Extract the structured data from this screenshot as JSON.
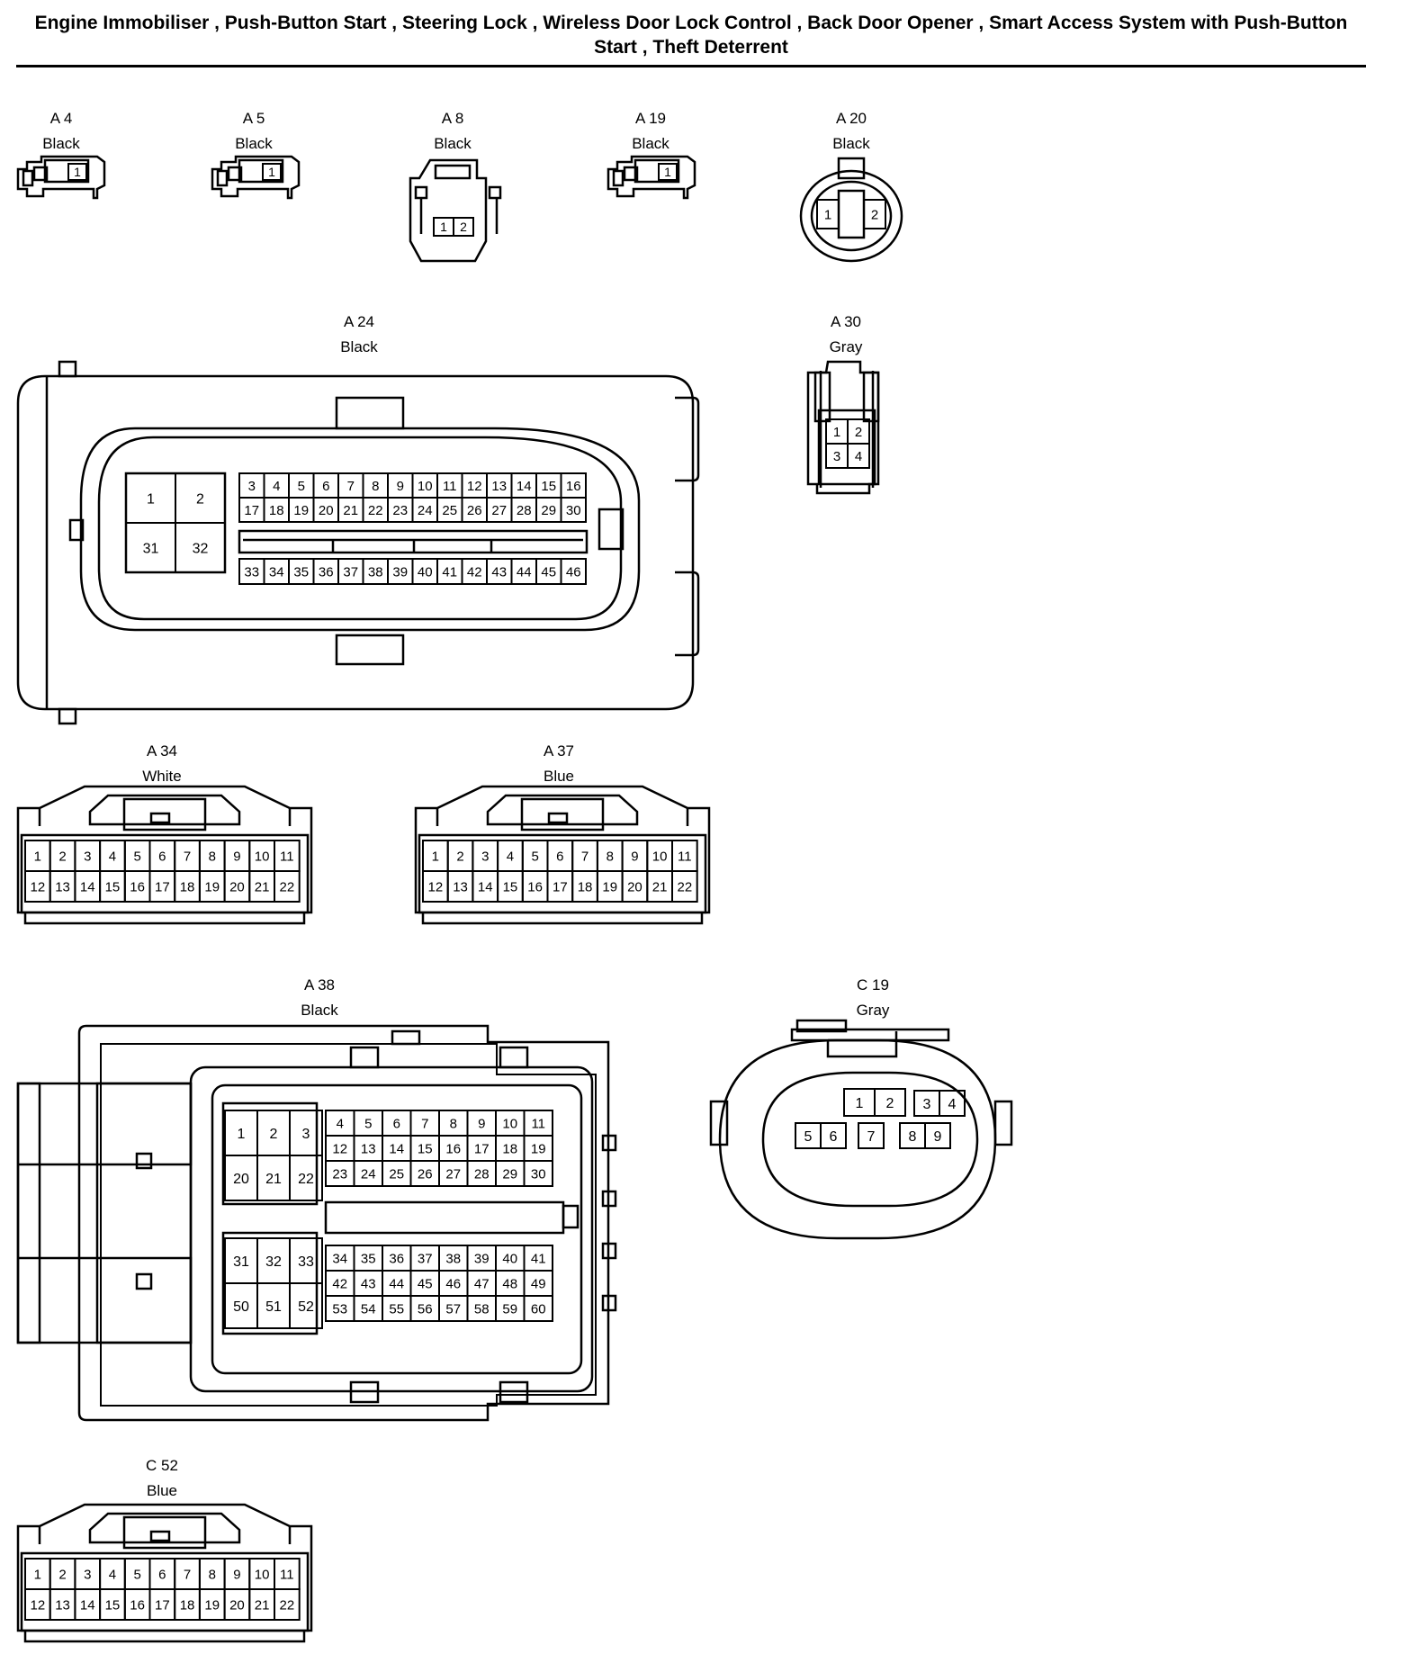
{
  "title": "Engine Immobiliser , Push-Button Start , Steering Lock , Wireless Door Lock Control , Back Door Opener , Smart Access System with Push-Button Start , Theft Deterrent",
  "connectors": [
    {
      "id": "A 4",
      "color": "Black"
    },
    {
      "id": "A 5",
      "color": "Black"
    },
    {
      "id": "A 8",
      "color": "Black"
    },
    {
      "id": "A 19",
      "color": "Black"
    },
    {
      "id": "A 20",
      "color": "Black"
    },
    {
      "id": "A 24",
      "color": "Black"
    },
    {
      "id": "A 30",
      "color": "Gray"
    },
    {
      "id": "A 34",
      "color": "White"
    },
    {
      "id": "A 37",
      "color": "Blue"
    },
    {
      "id": "A 38",
      "color": "Black"
    },
    {
      "id": "C 19",
      "color": "Gray"
    },
    {
      "id": "C 52",
      "color": "Blue"
    }
  ]
}
